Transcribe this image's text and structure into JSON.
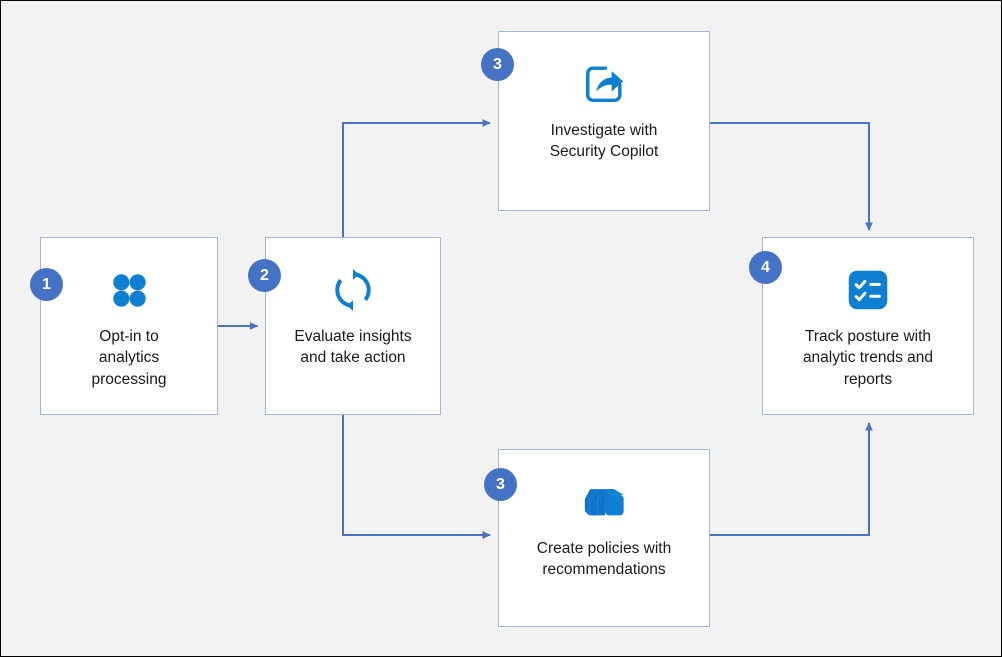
{
  "diagram": {
    "type": "flow-diagram",
    "background_color": "#f2f2f2",
    "frame_border_color": "#000000",
    "node_border_color": "#a3b5de",
    "badge_color": "#4472c4",
    "icon_color": "#0f7fd4",
    "connector_color": "#4a72c4",
    "nodes": [
      {
        "id": "node-1",
        "step": "1",
        "label": "Opt-in to\nanalytics\nprocessing",
        "icon": "four-dots-icon"
      },
      {
        "id": "node-2",
        "step": "2",
        "label": "Evaluate insights\nand take action",
        "icon": "refresh-sync-icon"
      },
      {
        "id": "node-3a",
        "step": "3",
        "label": "Investigate with\nSecurity Copilot",
        "icon": "share-export-icon"
      },
      {
        "id": "node-3b",
        "step": "3",
        "label": "Create policies with\nrecommendations",
        "icon": "stacked-layers-icon"
      },
      {
        "id": "node-4",
        "step": "4",
        "label": "Track posture with\nanalytic trends and\nreports",
        "icon": "checklist-icon"
      }
    ],
    "connectors": [
      {
        "from": "node-1",
        "to": "node-2",
        "name": "connector-1-to-2"
      },
      {
        "from": "node-2",
        "to": "node-3a",
        "name": "connector-2-to-3a"
      },
      {
        "from": "node-2",
        "to": "node-3b",
        "name": "connector-2-to-3b"
      },
      {
        "from": "node-3a",
        "to": "node-4",
        "name": "connector-3a-to-4"
      },
      {
        "from": "node-3b",
        "to": "node-4",
        "name": "connector-3b-to-4"
      }
    ]
  }
}
